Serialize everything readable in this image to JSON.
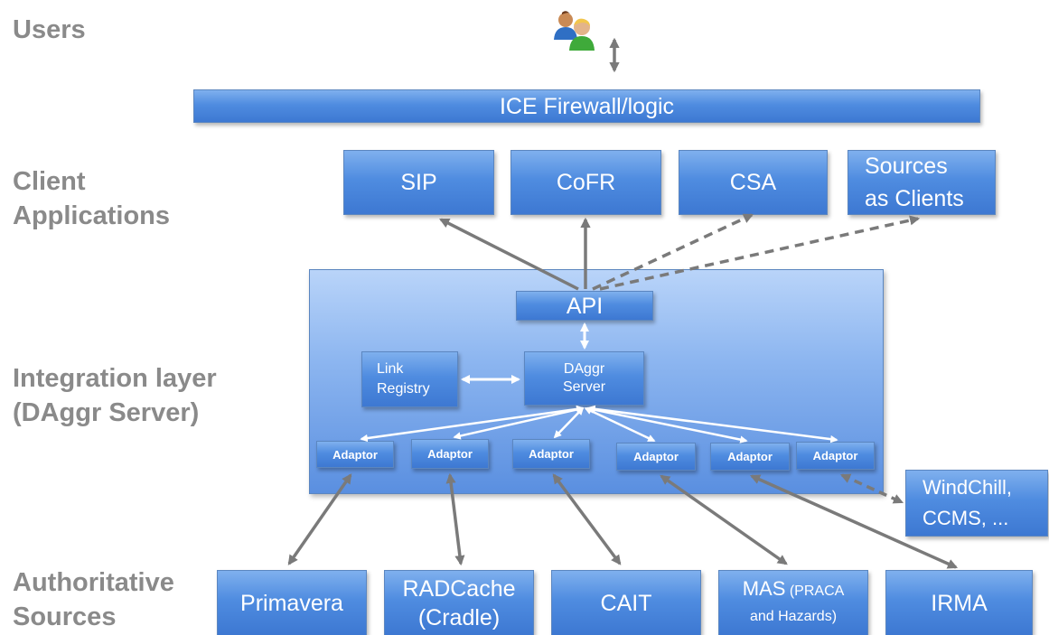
{
  "layers": {
    "users": "Users",
    "client_applications": "Client\nApplications",
    "integration_layer": "Integration layer\n(DAggr Server)",
    "authoritative_sources": "Authoritative\nSources"
  },
  "firewall": "ICE Firewall/logic",
  "clients": {
    "sip": "SIP",
    "cofr": "CoFR",
    "csa": "CSA",
    "sources_as_clients": "Sources\nas Clients"
  },
  "integration": {
    "api": "API",
    "link_registry": "Link\nRegistry",
    "daggr_server": "DAggr\nServer",
    "adaptor_label": "Adaptor",
    "adaptors": [
      "Adaptor",
      "Adaptor",
      "Adaptor",
      "Adaptor",
      "Adaptor",
      "Adaptor"
    ]
  },
  "external": {
    "windchill": "WindChill,\nCCMS, ..."
  },
  "sources": {
    "primavera": "Primavera",
    "radcache": "RADCache\n(Cradle)",
    "cait": "CAIT",
    "mas_main": "MAS",
    "mas_paren_open": "(PRACA",
    "mas_rest": "and Hazards)",
    "irma": "IRMA"
  },
  "icons": {
    "users": "users-group-icon"
  },
  "colors": {
    "box_blue": "#4f8ce0",
    "arrow_gray": "#7a7a7a",
    "label_gray": "#8a8a8a"
  }
}
